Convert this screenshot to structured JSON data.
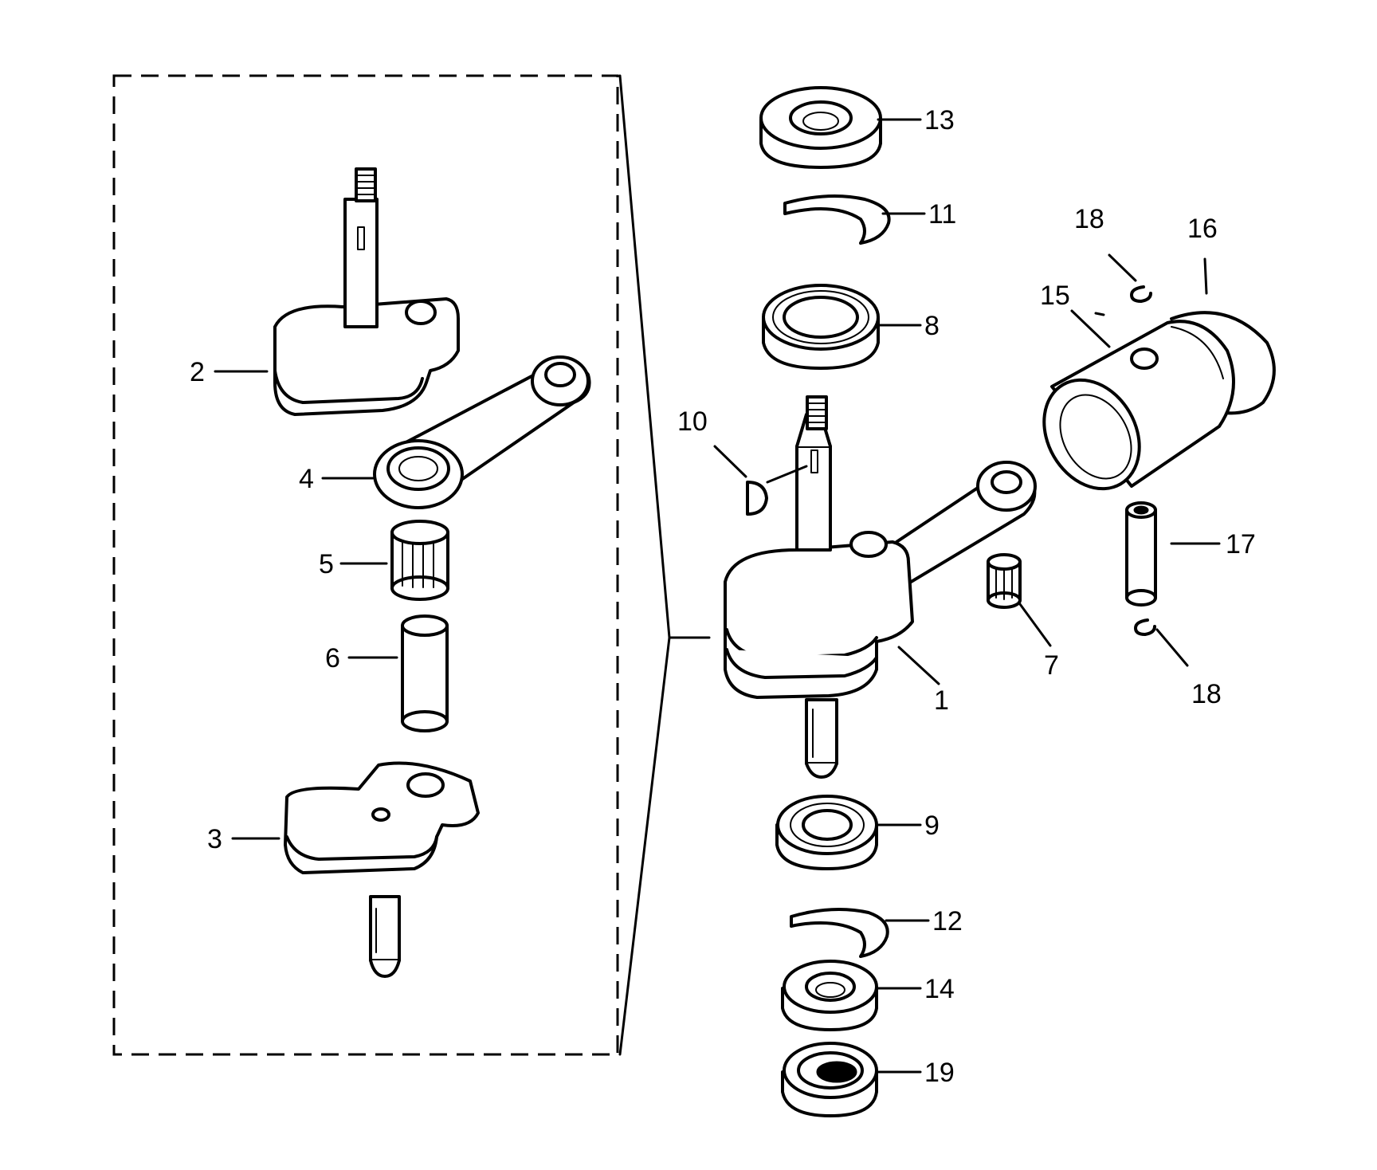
{
  "callouts": [
    {
      "id": "1",
      "text": "1"
    },
    {
      "id": "2",
      "text": "2"
    },
    {
      "id": "3",
      "text": "3"
    },
    {
      "id": "4",
      "text": "4"
    },
    {
      "id": "5",
      "text": "5"
    },
    {
      "id": "6",
      "text": "6"
    },
    {
      "id": "7",
      "text": "7"
    },
    {
      "id": "8",
      "text": "8"
    },
    {
      "id": "9",
      "text": "9"
    },
    {
      "id": "10",
      "text": "10"
    },
    {
      "id": "11",
      "text": "11"
    },
    {
      "id": "12",
      "text": "12"
    },
    {
      "id": "13",
      "text": "13"
    },
    {
      "id": "14",
      "text": "14"
    },
    {
      "id": "15",
      "text": "15"
    },
    {
      "id": "16",
      "text": "16"
    },
    {
      "id": "17",
      "text": "17"
    },
    {
      "id": "18a",
      "text": "18"
    },
    {
      "id": "18b",
      "text": "18"
    },
    {
      "id": "19",
      "text": "19"
    }
  ]
}
